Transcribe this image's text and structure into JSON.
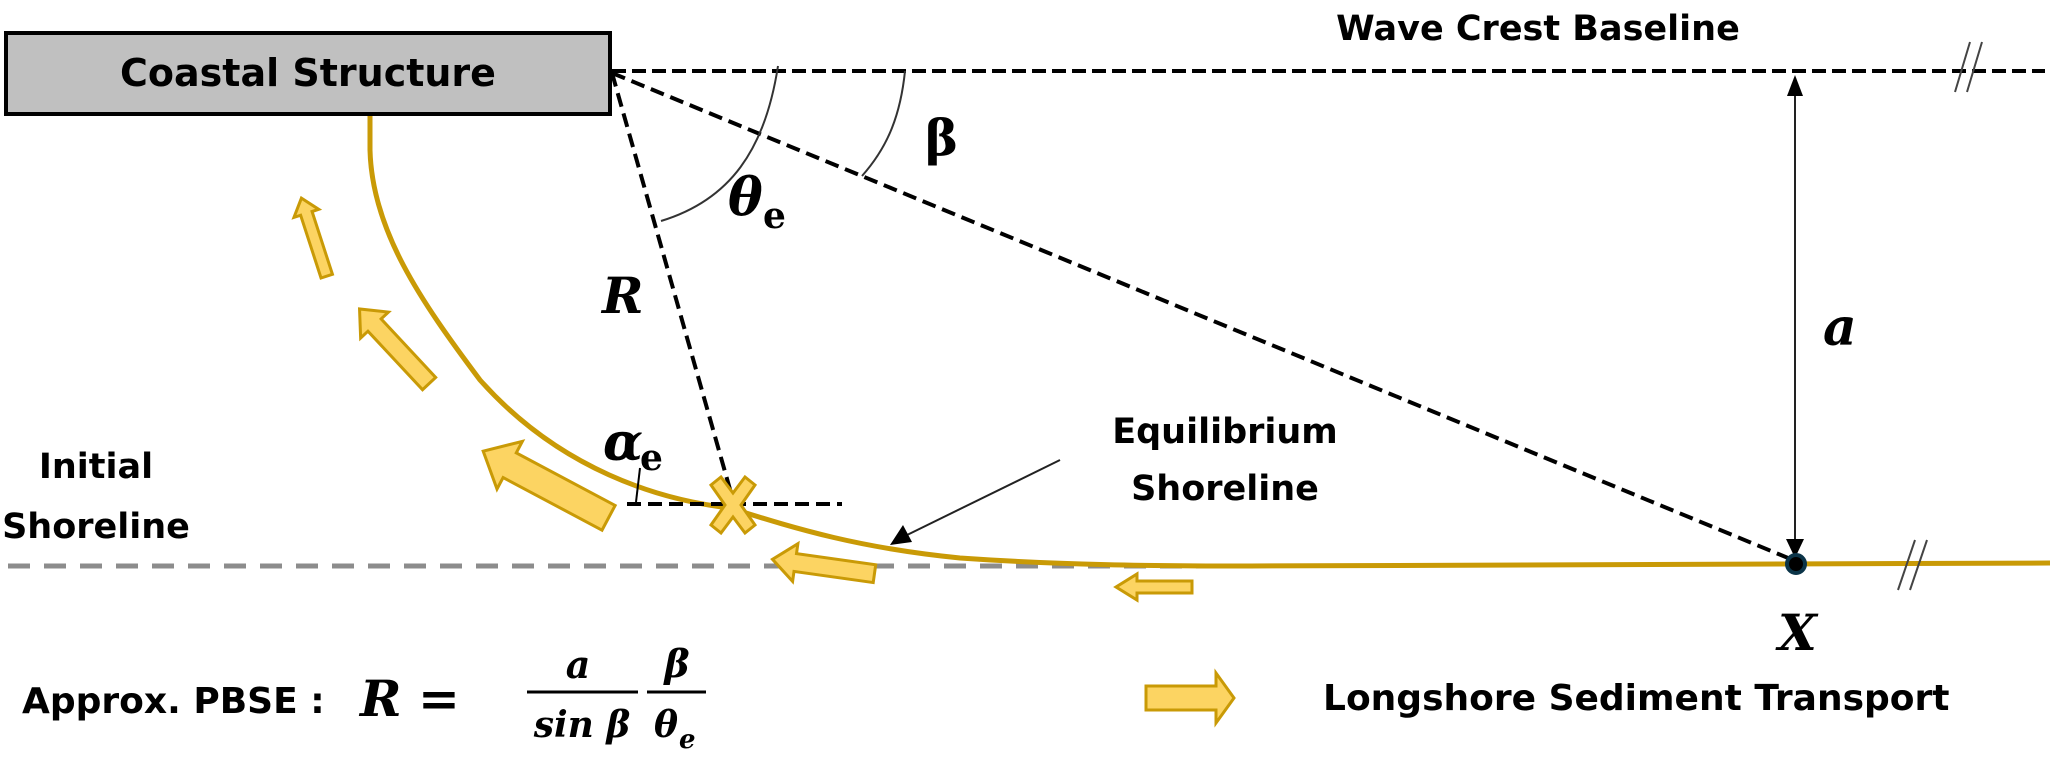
{
  "labels": {
    "structure": "Coastal Structure",
    "baseline": "Wave Crest Baseline",
    "beta": "β",
    "theta": "θ",
    "theta_sub": "e",
    "radius": "R",
    "alpha": "α",
    "alpha_sub": "e",
    "a": "a",
    "x_point": "X",
    "initial_line1": "Initial",
    "initial_line2": "Shoreline",
    "equilibrium_line1": "Equilibrium",
    "equilibrium_line2": "Shoreline",
    "legend": "Longshore Sediment Transport"
  },
  "formula": {
    "prefix": "Approx. PBSE :",
    "lhs": "R",
    "equals": "=",
    "num1": "a",
    "den1": "sin β",
    "num2": "β",
    "den2": "θ",
    "den2_sub": "e"
  },
  "colors": {
    "structure_fill": "#c0c0c0",
    "shoreline": "#c99a06",
    "arrow_fill": "#fcd462",
    "arrow_stroke": "#c99a06",
    "initial_shoreline": "#8c8c8c",
    "line": "#000000",
    "point_ring": "#0b3448"
  }
}
